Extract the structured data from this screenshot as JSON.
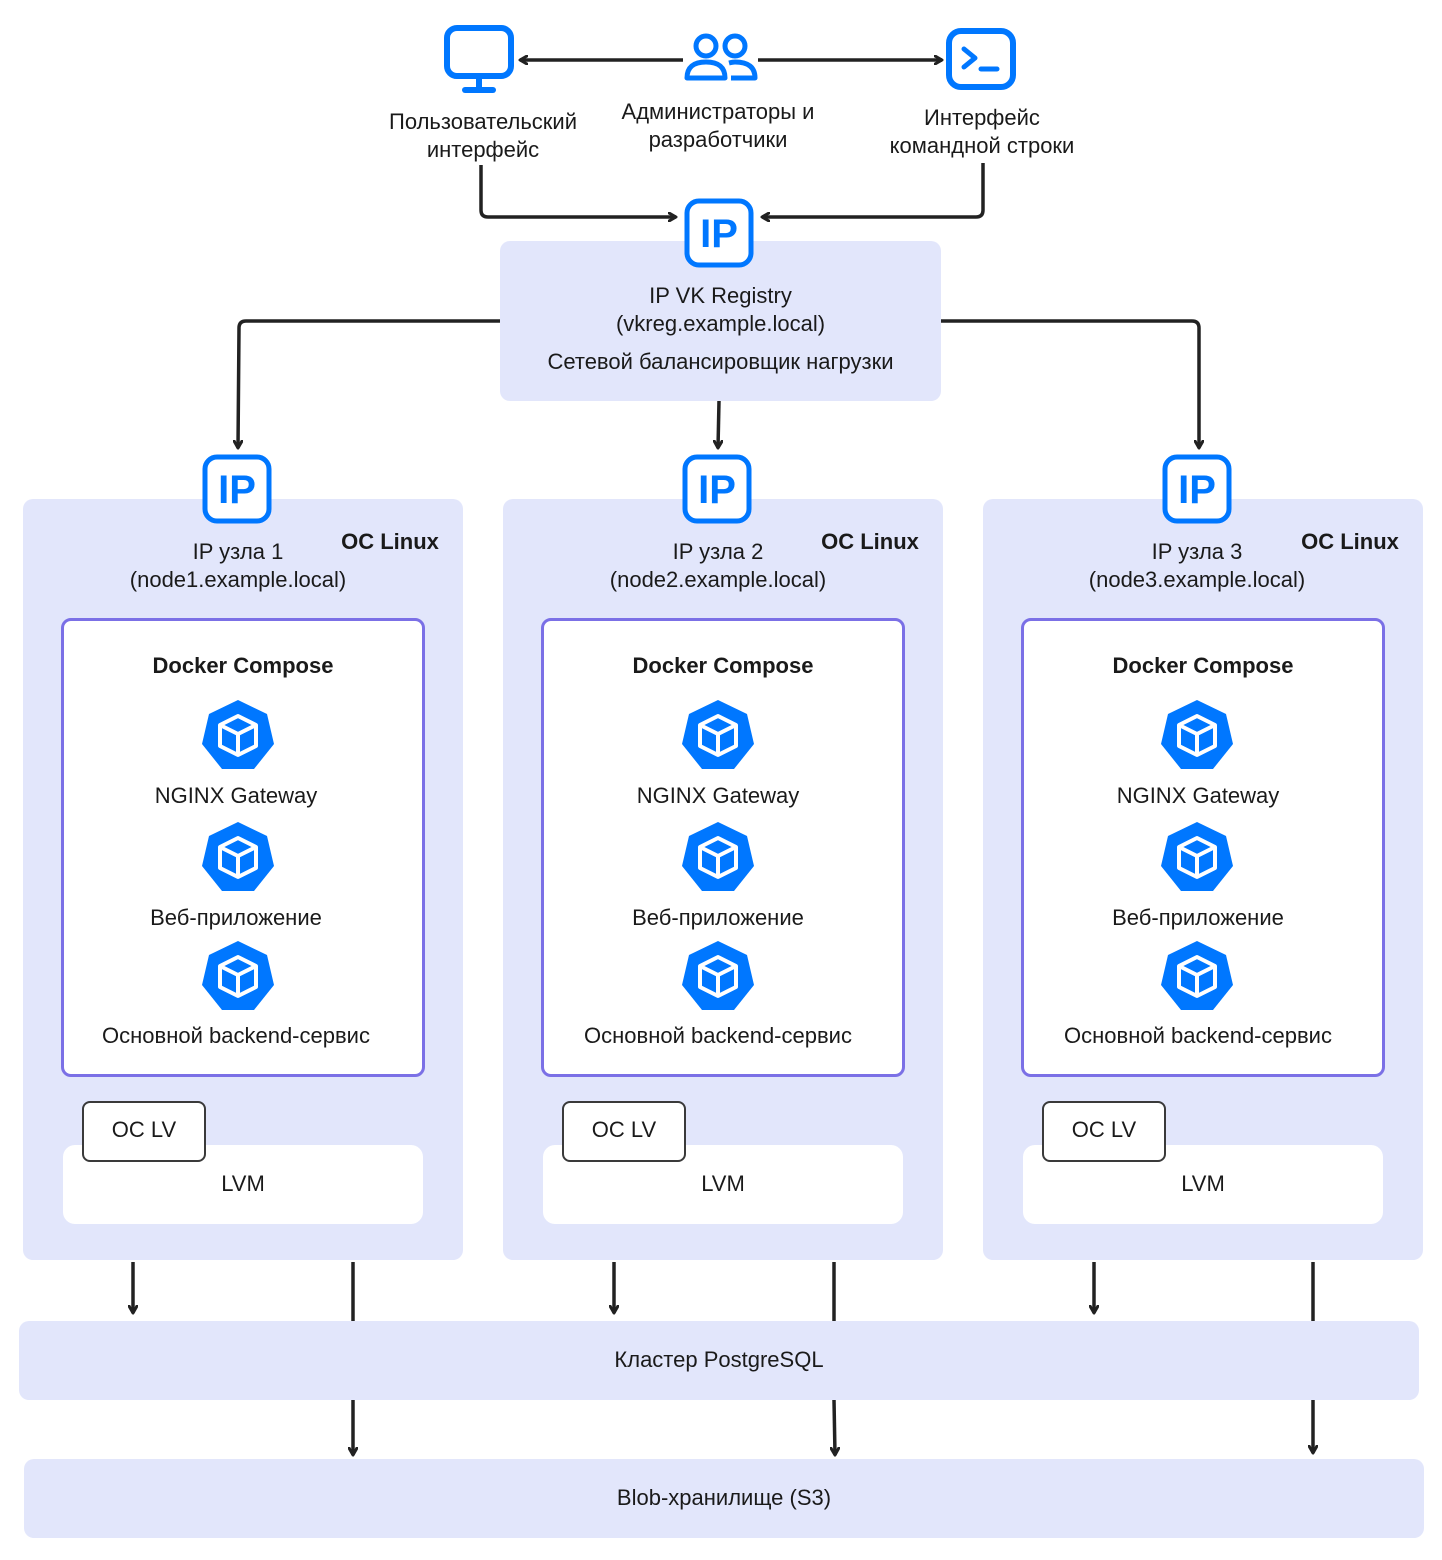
{
  "top": {
    "ui_label": "Пользовательский\nинтерфейс",
    "admins_label": "Администраторы и\nразработчики",
    "cli_label": "Интерфейс\nкомандной строки"
  },
  "registry": {
    "title": "IP VK Registry",
    "host": "(vkreg.example.local)",
    "balancer": "Сетевой балансировщик нагрузки",
    "icon_text": "IP"
  },
  "nodes": [
    {
      "os": "ОС Linux",
      "title": "IP узла 1",
      "host": "(node1.example.local)",
      "icon_text": "IP",
      "compose_title": "Docker Compose",
      "services": [
        "NGINX Gateway",
        "Веб-приложение",
        "Основной backend-сервис"
      ],
      "oclv": "ОС LV",
      "lvm": "LVM"
    },
    {
      "os": "ОС Linux",
      "title": "IP узла 2",
      "host": "(node2.example.local)",
      "icon_text": "IP",
      "compose_title": "Docker Compose",
      "services": [
        "NGINX Gateway",
        "Веб-приложение",
        "Основной backend-сервис"
      ],
      "oclv": "ОС LV",
      "lvm": "LVM"
    },
    {
      "os": "ОС Linux",
      "title": "IP узла 3",
      "host": "(node3.example.local)",
      "icon_text": "IP",
      "compose_title": "Docker Compose",
      "services": [
        "NGINX Gateway",
        "Веб-приложение",
        "Основной backend-сервис"
      ],
      "oclv": "ОС LV",
      "lvm": "LVM"
    }
  ],
  "postgres": "Кластер PostgreSQL",
  "blob": "Blob-хранилище (S3)",
  "colors": {
    "accent": "#0077ff",
    "panel": "#e2e6fb",
    "compose_border": "#7b70e6",
    "arrow": "#222222"
  },
  "icons": {
    "ui": "monitor-icon",
    "admins": "users-icon",
    "cli": "terminal-icon",
    "service": "cube-icon",
    "ip": "ip-badge-icon"
  }
}
